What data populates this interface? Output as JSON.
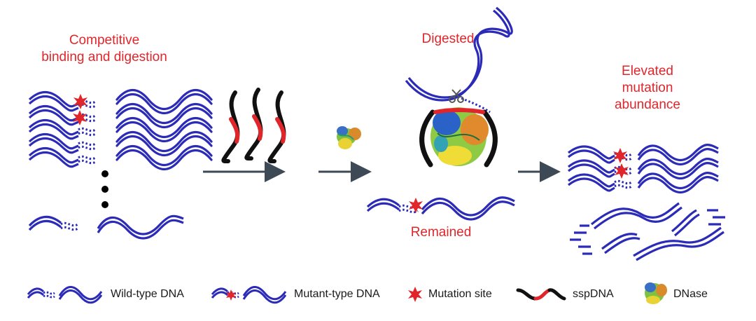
{
  "labels": {
    "competitive_line1": "Competitive",
    "competitive_line2": "binding and digestion",
    "digested": "Digested",
    "remained": "Remained",
    "elevated_line1": "Elevated",
    "elevated_line2": "mutation",
    "elevated_line3": "abundance"
  },
  "legend": {
    "wild_type": "Wild-type DNA",
    "mutant_type": "Mutant-type DNA",
    "mutation_site": "Mutation site",
    "sspdna": "sspDNA",
    "dnase": "DNase"
  },
  "colors": {
    "dna_blue": "#2b2bb8",
    "mutation_red": "#e0262b",
    "probe_black": "#111111",
    "arrow_gray": "#3d4a56",
    "label_red": "#e0262b"
  },
  "icons": [
    "wild-type-dna-icon",
    "mutant-dna-icon",
    "mutation-star-icon",
    "sspdna-icon",
    "dnase-enzyme-icon",
    "scissors-icon"
  ]
}
